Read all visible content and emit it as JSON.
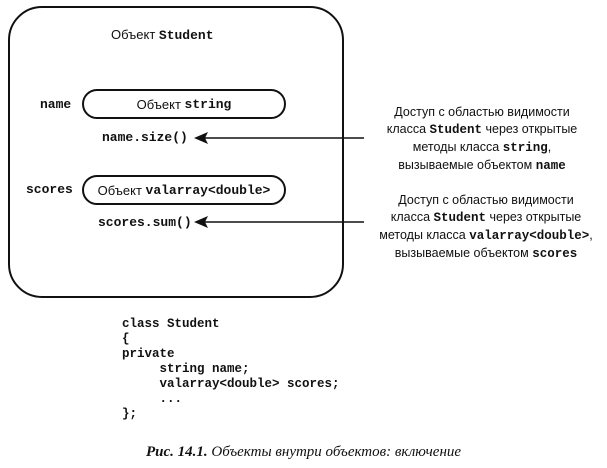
{
  "diagram": {
    "outer_object_label_prefix": "Объект",
    "outer_object_class": "Student",
    "members": [
      {
        "label": "name",
        "object_prefix": "Объект",
        "object_type": "string",
        "call": "name.size()",
        "note_lines": [
          {
            "parts": [
              {
                "text": "Доступ с областью видимости",
                "mono": false
              }
            ]
          },
          {
            "parts": [
              {
                "text": "класса ",
                "mono": false
              },
              {
                "text": "Student",
                "mono": true
              },
              {
                "text": " через открытые",
                "mono": false
              }
            ]
          },
          {
            "parts": [
              {
                "text": "методы класса ",
                "mono": false
              },
              {
                "text": "string",
                "mono": true
              },
              {
                "text": ",",
                "mono": false
              }
            ]
          },
          {
            "parts": [
              {
                "text": "вызываемые объектом ",
                "mono": false
              },
              {
                "text": "name",
                "mono": true
              }
            ]
          }
        ]
      },
      {
        "label": "scores",
        "object_prefix": "Объект",
        "object_type": "valarray<double>",
        "call": "scores.sum()",
        "note_lines": [
          {
            "parts": [
              {
                "text": "Доступ с областью видимости",
                "mono": false
              }
            ]
          },
          {
            "parts": [
              {
                "text": "класса ",
                "mono": false
              },
              {
                "text": "Student",
                "mono": true
              },
              {
                "text": " через открытые",
                "mono": false
              }
            ]
          },
          {
            "parts": [
              {
                "text": "методы класса ",
                "mono": false
              },
              {
                "text": "valarray<double>",
                "mono": true
              },
              {
                "text": ",",
                "mono": false
              }
            ]
          },
          {
            "parts": [
              {
                "text": "вызываемые объектом ",
                "mono": false
              },
              {
                "text": "scores",
                "mono": true
              }
            ]
          }
        ]
      }
    ]
  },
  "code": {
    "lines": [
      "class Student",
      "{",
      "private",
      "     string name;",
      "     valarray<double> scores;",
      "     ...",
      "};"
    ]
  },
  "caption": {
    "label": "Рис. 14.1.",
    "text": " Объекты внутри объектов: включение"
  }
}
